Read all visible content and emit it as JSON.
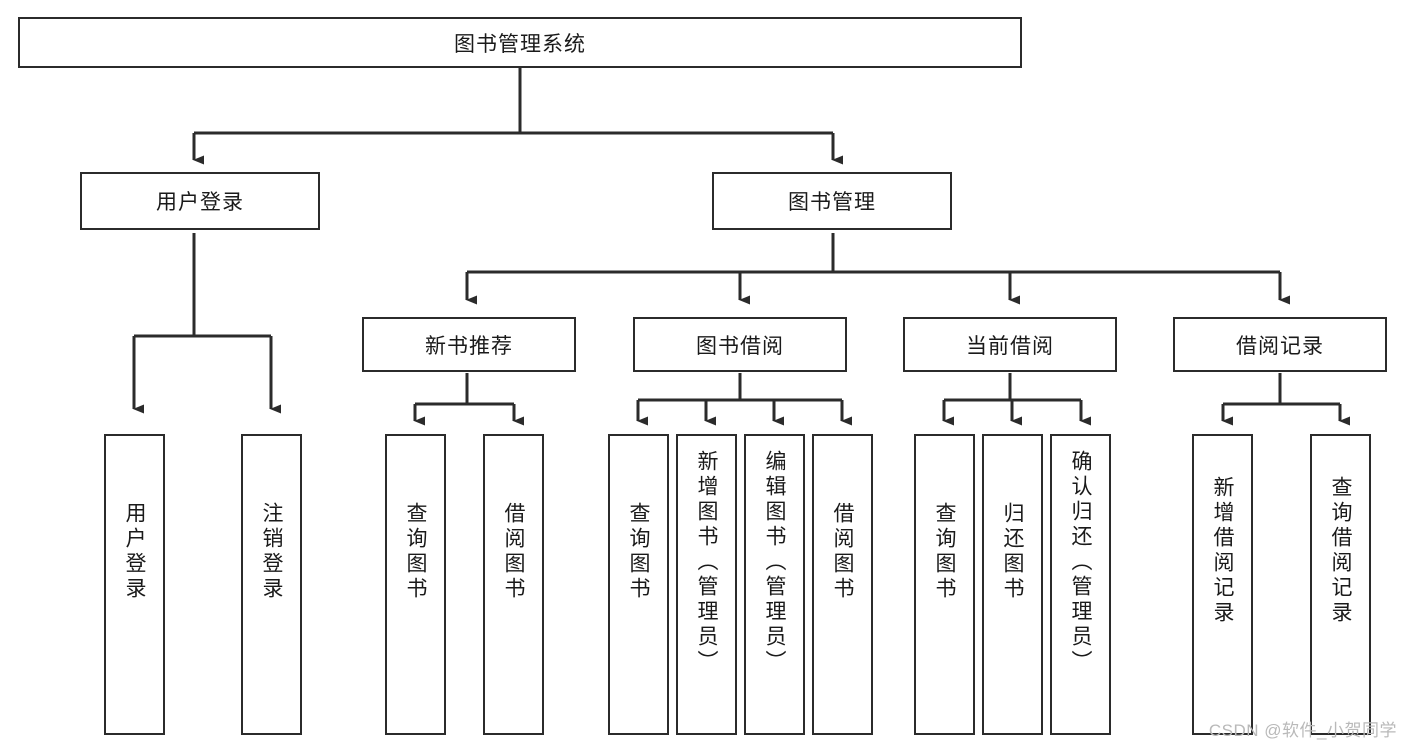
{
  "diagram": {
    "title": "图书管理系统",
    "type": "tree-hierarchy",
    "watermark": "CSDN @软件_小贺同学",
    "colors": {
      "box_border": "#2b2b2b",
      "box_fill": "#ffffff",
      "connector": "#2b2b2b",
      "text": "#1a1a1a",
      "watermark": "#b9b9b9",
      "background": "#ffffff"
    },
    "nodes": {
      "root": {
        "label": "图书管理系统"
      },
      "level2": [
        {
          "id": "user-login",
          "label": "用户登录"
        },
        {
          "id": "book-manage",
          "label": "图书管理"
        }
      ],
      "level3": [
        {
          "id": "new-book-recommend",
          "label": "新书推荐"
        },
        {
          "id": "book-borrow",
          "label": "图书借阅"
        },
        {
          "id": "current-borrow",
          "label": "当前借阅"
        },
        {
          "id": "borrow-record",
          "label": "借阅记录"
        }
      ],
      "leaves": {
        "user_login": [
          {
            "id": "leaf-user-login",
            "label": "用户登录"
          },
          {
            "id": "leaf-logout-login",
            "label": "注销登录"
          }
        ],
        "new_book_recommend": [
          {
            "id": "leaf-query-book-1",
            "label": "查询图书"
          },
          {
            "id": "leaf-borrow-book-1",
            "label": "借阅图书"
          }
        ],
        "book_borrow": [
          {
            "id": "leaf-query-book-2",
            "label": "查询图书"
          },
          {
            "id": "leaf-add-book",
            "label": "新增图书（管理员）"
          },
          {
            "id": "leaf-edit-book",
            "label": "编辑图书（管理员）"
          },
          {
            "id": "leaf-borrow-book-2",
            "label": "借阅图书"
          }
        ],
        "current_borrow": [
          {
            "id": "leaf-query-book-3",
            "label": "查询图书"
          },
          {
            "id": "leaf-return-book",
            "label": "归还图书"
          },
          {
            "id": "leaf-confirm-return",
            "label": "确认归还（管理员）"
          }
        ],
        "borrow_record": [
          {
            "id": "leaf-add-record",
            "label": "新增借阅记录"
          },
          {
            "id": "leaf-query-record",
            "label": "查询借阅记录"
          }
        ]
      }
    }
  }
}
